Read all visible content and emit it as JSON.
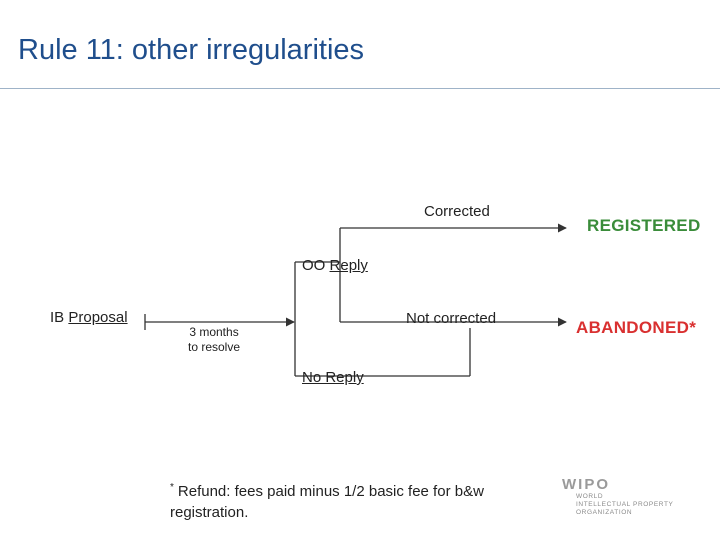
{
  "title": "Rule 11: other irregularities",
  "nodes": {
    "ib_proposal": {
      "prefix": "IB",
      "word": "Proposal"
    },
    "three_months": {
      "line1": "3 months",
      "line2": "to resolve"
    },
    "oo_reply": {
      "prefix": "OO",
      "word": "Reply"
    },
    "no_reply": {
      "word": "No Reply"
    },
    "corrected": "Corrected",
    "not_corrected": "Not corrected",
    "registered": "REGISTERED",
    "abandoned": "ABANDONED*"
  },
  "footnote": {
    "marker": "*",
    "text": "Refund: fees paid minus 1/2 basic fee for b&w registration."
  },
  "logo": {
    "mark": "WIPO",
    "line1": "World",
    "line2": "Intellectual Property",
    "line3": "Organization"
  },
  "colors": {
    "title": "#1f4e8c",
    "registered": "#3a8c3a",
    "abandoned": "#d93030",
    "lines": "#333333"
  }
}
